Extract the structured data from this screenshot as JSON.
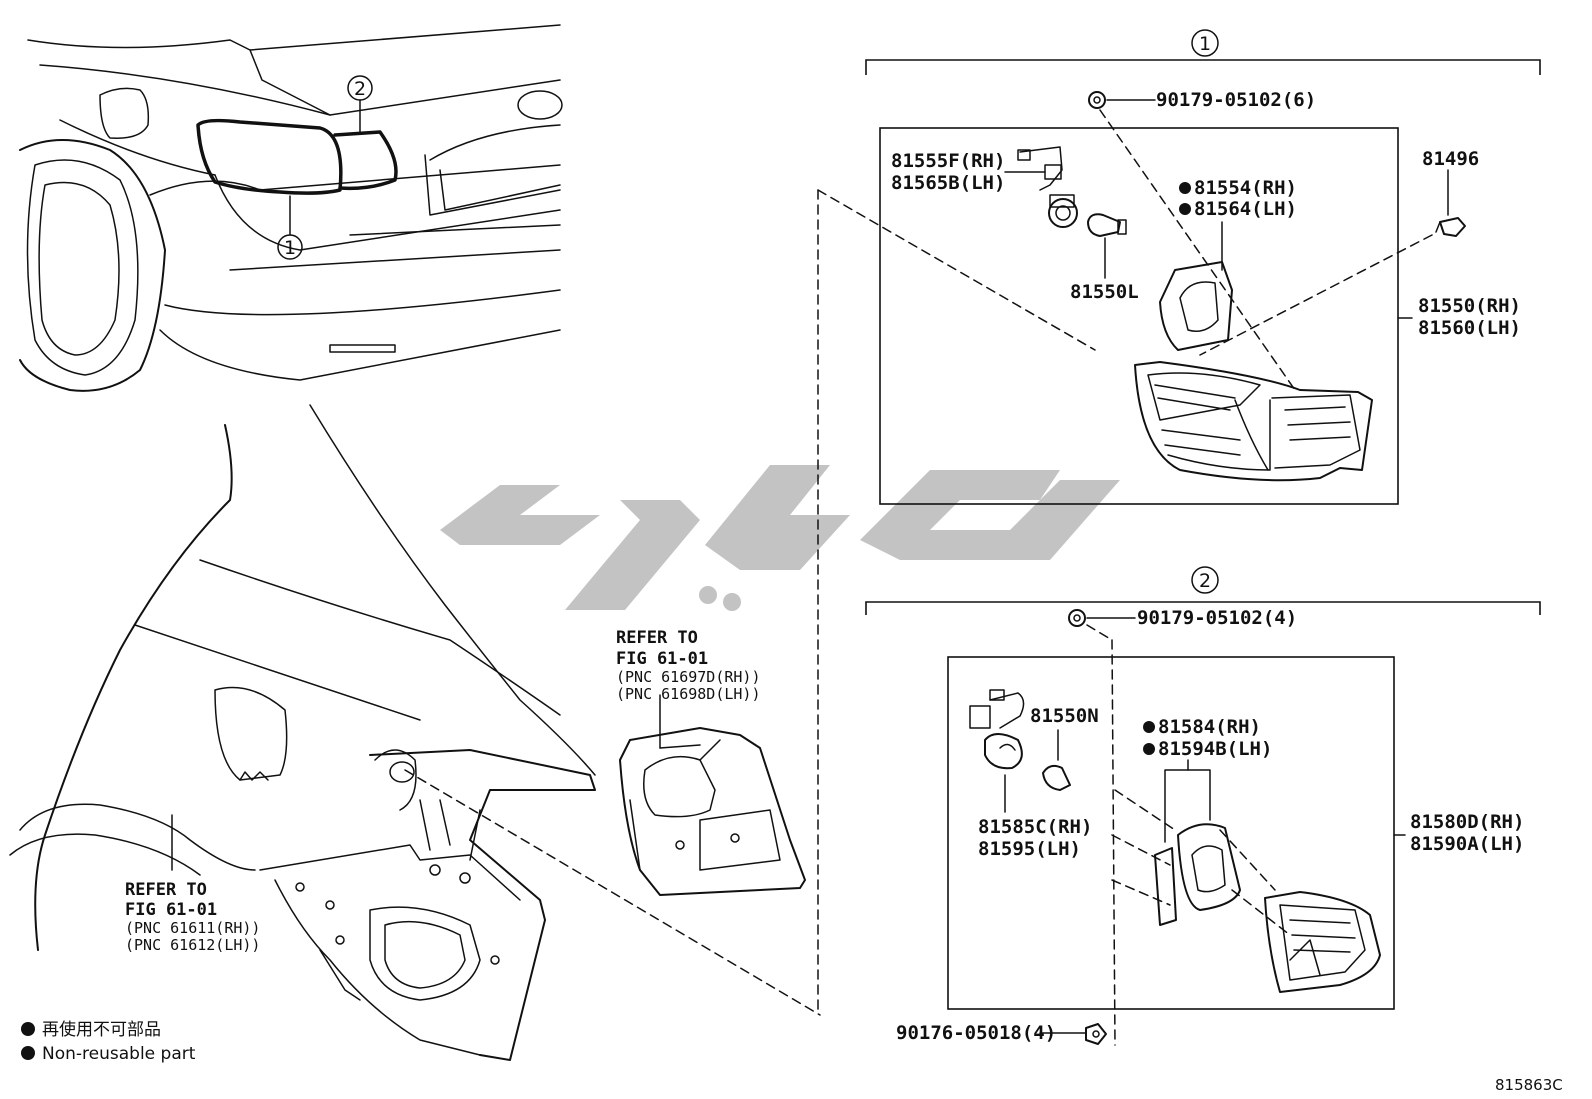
{
  "callouts": {
    "c1": "1",
    "c2": "2"
  },
  "group1": {
    "label": "1",
    "screw": "90179-05102(6)",
    "socket_rh": "81555F(RH)",
    "socket_lh": "81565B(LH)",
    "gasket_rh": "81554(RH)",
    "gasket_lh": "81564(LH)",
    "bulb": "81550L",
    "clip": "81496",
    "lamp_rh": "81550(RH)",
    "lamp_lh": "81560(LH)"
  },
  "group2": {
    "label": "2",
    "screw": "90179-05102(4)",
    "bulb": "81550N",
    "gasket_rh": "81584(RH)",
    "gasket_lh": "81594B(LH)",
    "socket_rh": "81585C(RH)",
    "socket_lh": "81595(LH)",
    "lamp_rh": "81580D(RH)",
    "lamp_lh": "81590A(LH)",
    "bolt": "90176-05018(4)"
  },
  "refer1": {
    "line1": "REFER TO",
    "line2": "FIG 61-01",
    "line3": "(PNC 61697D(RH))",
    "line4": "(PNC 61698D(LH))"
  },
  "refer2": {
    "line1": "REFER TO",
    "line2": "FIG 61-01",
    "line3": "(PNC 61611(RH))",
    "line4": "(PNC 61612(LH))"
  },
  "legend": {
    "cn": "再使用不可部品",
    "en": "Non-reusable part"
  },
  "figure_code": "815863C",
  "colors": {
    "ink": "#111111",
    "watermark": "#b9b9b9",
    "background": "#ffffff"
  }
}
